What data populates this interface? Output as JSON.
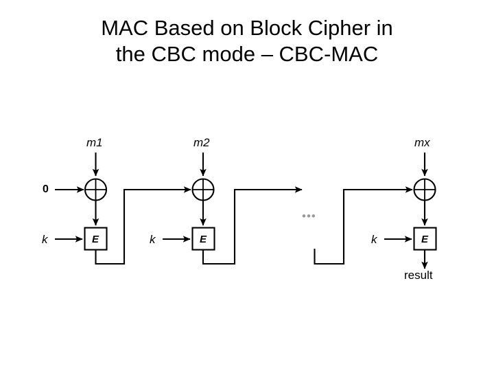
{
  "slide": {
    "background_color": "#ffffff",
    "ink_color": "#000000",
    "title": {
      "line1": "MAC Based on Block Cipher in",
      "line2": "the CBC mode – CBC-MAC",
      "full": "MAC Based on Block Cipher in the CBC mode – CBC-MAC"
    }
  },
  "diagram": {
    "kind": "cbc-mac-block-diagram",
    "blocks": [
      {
        "id": "block-1",
        "message_label": "m1",
        "key_label": "k",
        "cipher_label": "E",
        "iv_label": "0"
      },
      {
        "id": "block-2",
        "message_label": "m2",
        "key_label": "k",
        "cipher_label": "E"
      },
      {
        "id": "block-x",
        "message_label": "mx",
        "key_label": "k",
        "cipher_label": "E"
      }
    ],
    "ellipsis": "•••",
    "ellipsis_color": "#9a9a9a",
    "output_label": "result",
    "xor_symbol": "⊕"
  }
}
